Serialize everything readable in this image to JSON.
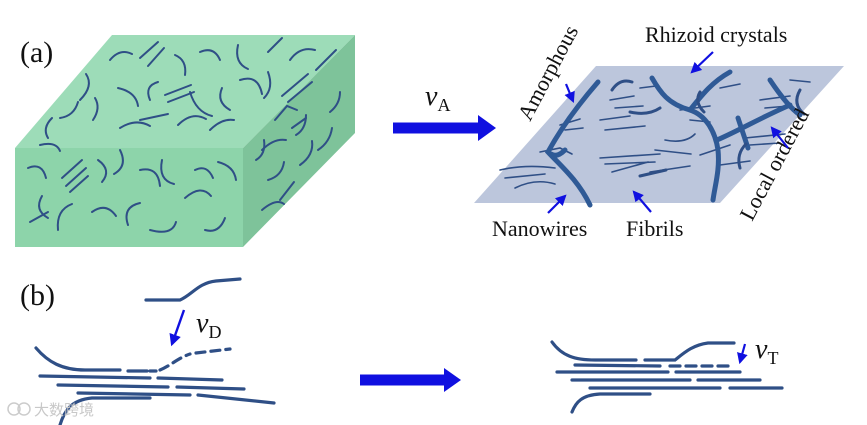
{
  "panel_a": {
    "label": "(a)",
    "arrow_symbol": "v",
    "arrow_subscript": "A",
    "annotations": {
      "amorphous": "Amorphous",
      "rhizoid": "Rhizoid crystals",
      "local_ordered": "Local ordered",
      "nanowires": "Nanowires",
      "fibrils": "Fibrils"
    }
  },
  "panel_b": {
    "label": "(b)",
    "left_symbol": "v",
    "left_subscript": "D",
    "right_symbol": "v",
    "right_subscript": "T"
  },
  "watermark": "大数跨境",
  "colors": {
    "block_top": "#9ddcb8",
    "block_front": "#8dd4aa",
    "block_side": "#7ec39a",
    "film": "#bcc6dc",
    "chain": "#2f4f86",
    "arrow": "#1010e0",
    "text": "#111111"
  }
}
